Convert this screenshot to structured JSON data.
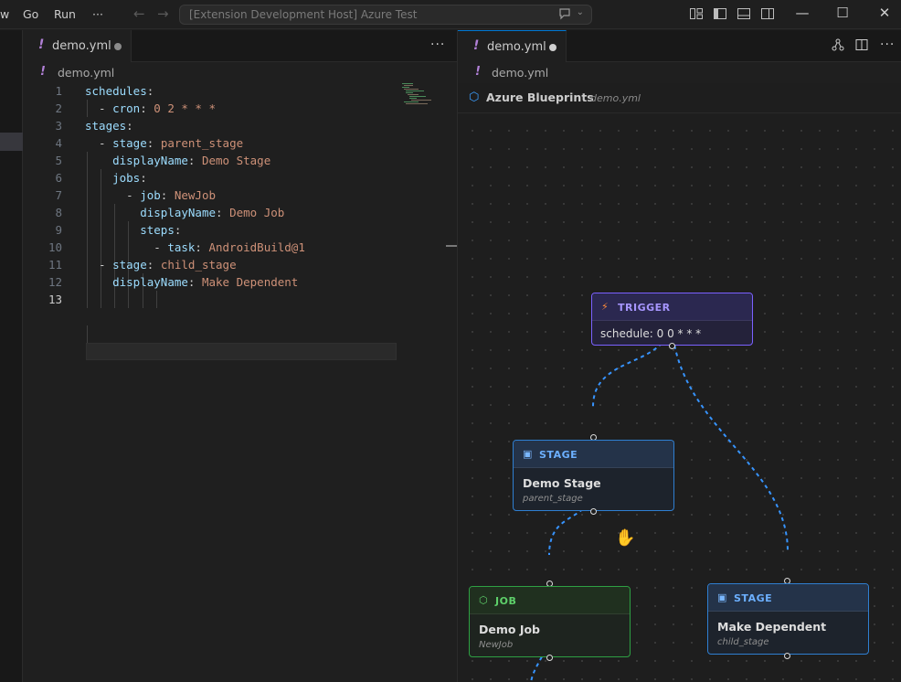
{
  "titlebar": {
    "menu": [
      "w",
      "Go",
      "Run",
      "···"
    ],
    "back_arrow": "←",
    "forward_arrow": "→",
    "title": "[Extension Development Host] Azure Test",
    "copilot_icon": "chat-icon",
    "chevron": "⌄",
    "win_minimize": "—",
    "win_maximize": "☐",
    "win_close": "✕"
  },
  "editor_left": {
    "tab": {
      "icon": "!",
      "label": "demo.yml",
      "dirty": true
    },
    "more_actions": "···",
    "breadcrumb": {
      "icon": "!",
      "label": "demo.yml"
    },
    "lines": [
      {
        "n": "1",
        "parts": [
          [
            "k",
            "schedules"
          ],
          [
            "p",
            ":"
          ]
        ]
      },
      {
        "n": "2",
        "parts": [
          [
            "p",
            "  - "
          ],
          [
            "k",
            "cron"
          ],
          [
            "p",
            ": "
          ],
          [
            "v",
            "0 2 * * *"
          ]
        ]
      },
      {
        "n": "3",
        "parts": [
          [
            "k",
            "stages"
          ],
          [
            "p",
            ":"
          ]
        ]
      },
      {
        "n": "4",
        "parts": [
          [
            "p",
            "  - "
          ],
          [
            "k",
            "stage"
          ],
          [
            "p",
            ": "
          ],
          [
            "v",
            "parent_stage"
          ]
        ]
      },
      {
        "n": "5",
        "parts": [
          [
            "p",
            "    "
          ],
          [
            "k",
            "displayName"
          ],
          [
            "p",
            ": "
          ],
          [
            "v",
            "Demo Stage"
          ]
        ]
      },
      {
        "n": "6",
        "parts": [
          [
            "p",
            "    "
          ],
          [
            "k",
            "jobs"
          ],
          [
            "p",
            ":"
          ]
        ]
      },
      {
        "n": "7",
        "parts": [
          [
            "p",
            "      - "
          ],
          [
            "k",
            "job"
          ],
          [
            "p",
            ": "
          ],
          [
            "v",
            "NewJob"
          ]
        ]
      },
      {
        "n": "8",
        "parts": [
          [
            "p",
            "        "
          ],
          [
            "k",
            "displayName"
          ],
          [
            "p",
            ": "
          ],
          [
            "v",
            "Demo Job"
          ]
        ]
      },
      {
        "n": "9",
        "parts": [
          [
            "p",
            "        "
          ],
          [
            "k",
            "steps"
          ],
          [
            "p",
            ":"
          ]
        ]
      },
      {
        "n": "10",
        "parts": [
          [
            "p",
            "          - "
          ],
          [
            "k",
            "task"
          ],
          [
            "p",
            ": "
          ],
          [
            "v",
            "AndroidBuild@1"
          ]
        ]
      },
      {
        "n": "11",
        "parts": [
          [
            "p",
            "  - "
          ],
          [
            "k",
            "stage"
          ],
          [
            "p",
            ": "
          ],
          [
            "v",
            "child_stage"
          ]
        ]
      },
      {
        "n": "12",
        "parts": [
          [
            "p",
            "    "
          ],
          [
            "k",
            "displayName"
          ],
          [
            "p",
            ": "
          ],
          [
            "v",
            "Make Dependent"
          ]
        ]
      },
      {
        "n": "13",
        "parts": []
      }
    ]
  },
  "editor_right": {
    "tab": {
      "icon": "!",
      "label": "demo.yml",
      "dirty": true
    },
    "breadcrumb": {
      "icon": "!",
      "label": "demo.yml"
    },
    "actions": [
      "graph-icon",
      "split-editor-icon",
      "more-icon"
    ],
    "more_actions": "···",
    "blueprint": {
      "title": "Azure Blueprints",
      "file": "demo.yml",
      "nodes": {
        "trigger": {
          "type": "TRIGGER",
          "body": "schedule: 0 0 * * *",
          "icon": "⚡"
        },
        "stage_parent": {
          "type": "STAGE",
          "name": "Demo Stage",
          "id": "parent_stage",
          "icon": "▣"
        },
        "job": {
          "type": "JOB",
          "name": "Demo Job",
          "id": "NewJob",
          "icon": "⬡"
        },
        "stage_child": {
          "type": "STAGE",
          "name": "Make Dependent",
          "id": "child_stage",
          "icon": "▣"
        }
      }
    }
  },
  "colors": {
    "accent": "#0078d4",
    "trigger_border": "#7b61ff",
    "stage_border": "#2f7fd1",
    "job_border": "#2ea043",
    "edge": "#3794ff"
  }
}
